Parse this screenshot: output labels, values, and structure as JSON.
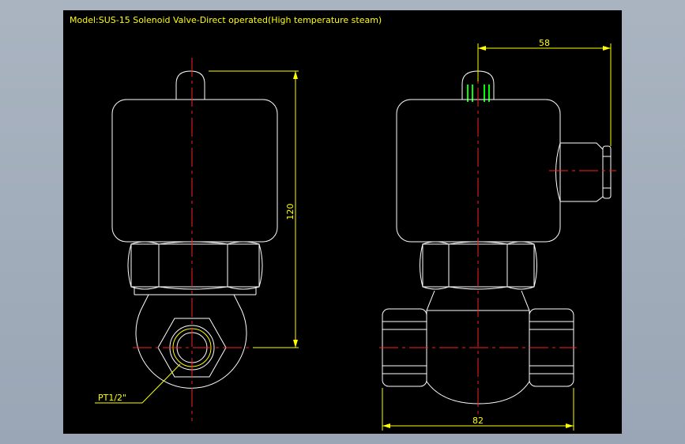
{
  "title": "Model:SUS-15 Solenoid Valve-Direct operated(High temperature steam)",
  "dimensions": {
    "height": "120",
    "connector_offset": "58",
    "width": "82"
  },
  "port_label": "PT1/2\""
}
